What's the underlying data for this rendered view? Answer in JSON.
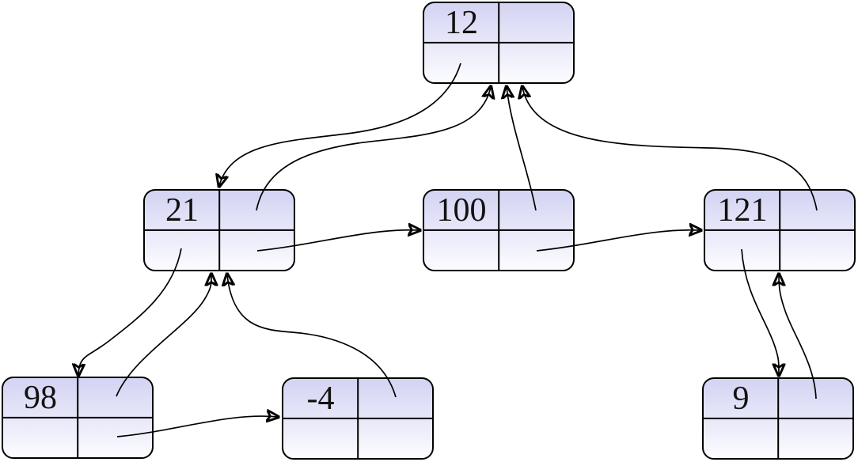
{
  "diagram": {
    "kind": "left-child-right-sibling tree of pointer nodes",
    "nodes": [
      {
        "id": "12",
        "value": "12"
      },
      {
        "id": "21",
        "value": "21"
      },
      {
        "id": "100",
        "value": "100"
      },
      {
        "id": "121",
        "value": "121"
      },
      {
        "id": "98",
        "value": "98"
      },
      {
        "id": "-4",
        "value": "-4"
      },
      {
        "id": "9",
        "value": "9"
      }
    ],
    "edges": [
      {
        "from": "12",
        "pointer": "child",
        "to": "21"
      },
      {
        "from": "21",
        "pointer": "parent",
        "to": "12"
      },
      {
        "from": "100",
        "pointer": "parent",
        "to": "12"
      },
      {
        "from": "121",
        "pointer": "parent",
        "to": "12"
      },
      {
        "from": "21",
        "pointer": "sibling",
        "to": "100"
      },
      {
        "from": "100",
        "pointer": "sibling",
        "to": "121"
      },
      {
        "from": "21",
        "pointer": "child",
        "to": "98"
      },
      {
        "from": "98",
        "pointer": "parent",
        "to": "21"
      },
      {
        "from": "-4",
        "pointer": "parent",
        "to": "21"
      },
      {
        "from": "98",
        "pointer": "sibling",
        "to": "-4"
      },
      {
        "from": "121",
        "pointer": "child",
        "to": "9"
      },
      {
        "from": "9",
        "pointer": "parent",
        "to": "121"
      }
    ],
    "colors": {
      "node_fill_top": "#d3d3f3",
      "node_fill_bottom": "#fcfcff",
      "node_border": "#000000",
      "arrow": "#000000",
      "background": "#ffffff"
    }
  }
}
